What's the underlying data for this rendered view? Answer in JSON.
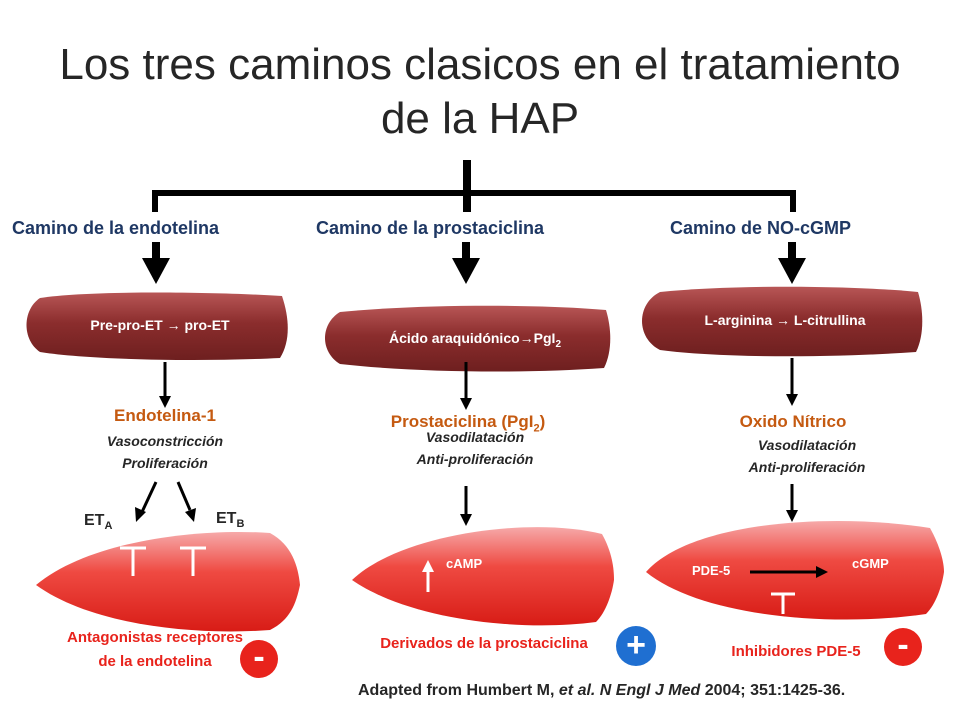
{
  "title": {
    "line1": "Los tres caminos clasicos en el tratamiento",
    "line2": "de la HAP"
  },
  "paths": [
    {
      "label": "Camino de la endotelina",
      "precursor": "Pre-pro-ET → pro-ET",
      "product": "Endotelina-1",
      "effects": [
        "Vasoconstricción",
        "Proliferación"
      ],
      "receptors": [
        {
          "main": "ET",
          "sub": "A"
        },
        {
          "main": "ET",
          "sub": "B"
        }
      ],
      "therapy": [
        "Antagonistas receptores",
        "de la endotelina"
      ],
      "therapy_sign": "-"
    },
    {
      "label": "Camino de la prostaciclina",
      "precursor_main": "Ácido araquidónico→PgI",
      "precursor_sub": "2",
      "product_main": "Prostaciclina (PgI",
      "product_sub": "2",
      "product_close": ")",
      "effects": [
        "Vasodilatación",
        "Anti-proliferación"
      ],
      "messenger": "cAMP",
      "therapy": [
        "Derivados de la prostaciclina"
      ],
      "therapy_sign": "+"
    },
    {
      "label": "Camino de NO-cGMP",
      "precursor": "L-arginina → L-citrullina",
      "product": "Oxido Nítrico",
      "effects": [
        "Vasodilatación",
        "Anti-proliferación"
      ],
      "enzyme": "PDE-5",
      "messenger": "cGMP",
      "therapy": [
        "Inhibidores PDE-5"
      ],
      "therapy_sign": "-"
    }
  ],
  "citation": {
    "prefix": "Adapted from Humbert M, ",
    "etal": "et al. N Engl J Med",
    "suffix": " 2004; 351:1425-36."
  },
  "colors": {
    "pill": "#8b2d2d",
    "cell": "#e8231c",
    "product": "#c55a11",
    "path_label": "#1f3864",
    "therapy": "#e8231c",
    "plus": "#1f6fd1"
  }
}
